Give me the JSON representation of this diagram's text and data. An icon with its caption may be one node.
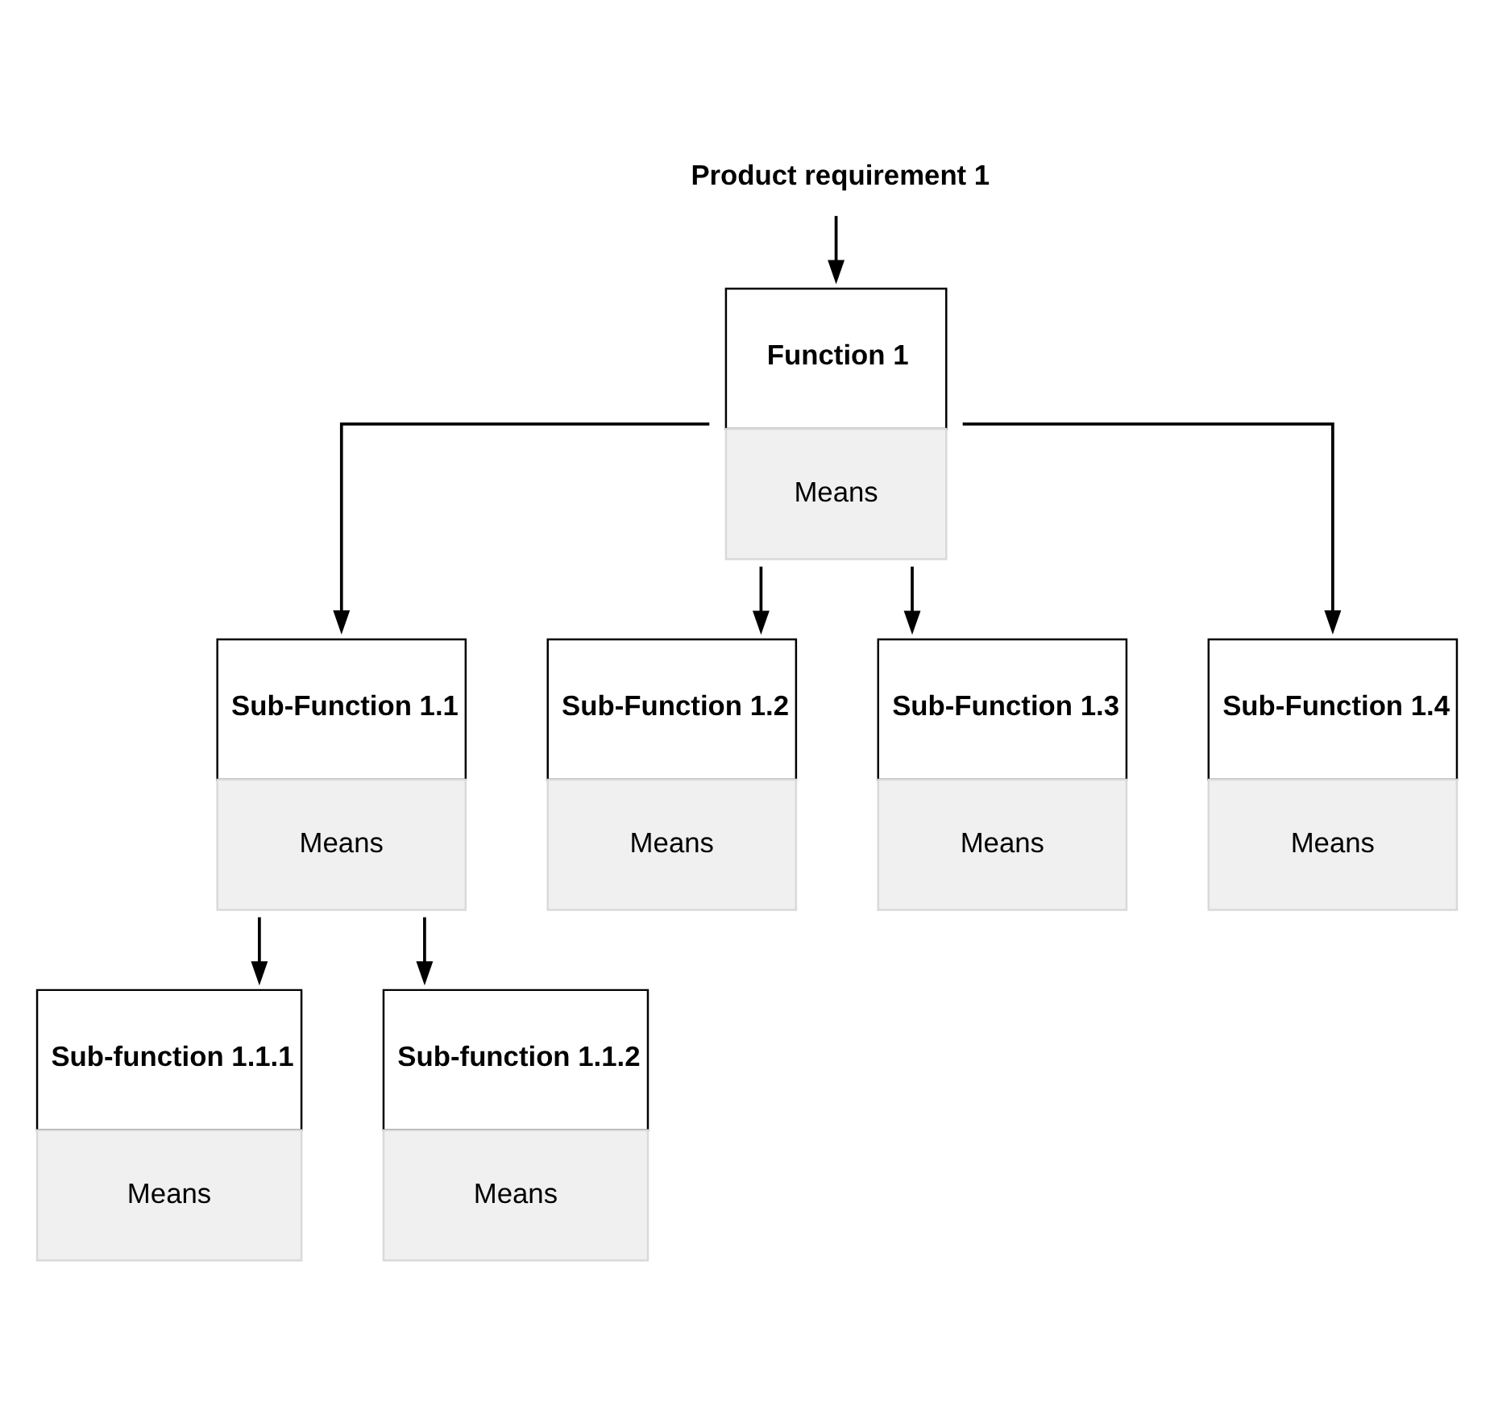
{
  "diagram": {
    "nodes": [
      {
        "text": [
          "Product requirement 1"
        ]
      },
      {
        "text": [
          "Function 1",
          "Means"
        ]
      },
      {
        "text": [
          "Sub-Function 1.1",
          "Means"
        ]
      },
      {
        "text": [
          "Sub-Function 1.2",
          "Means"
        ]
      },
      {
        "text": [
          "Sub-Function 1.3",
          "Means"
        ]
      },
      {
        "text": [
          "Sub-Function 1.4",
          "Means"
        ]
      },
      {
        "text": [
          "Sub-function 1.1.1",
          "Means"
        ]
      },
      {
        "text": [
          "Sub-function 1.1.2",
          "Means"
        ]
      }
    ],
    "edges": [
      {
        "from": 0,
        "to": 1,
        "arrow": "to"
      },
      {
        "from": 1,
        "to": 2,
        "arrow": "to"
      },
      {
        "from": 1,
        "to": 3,
        "arrow": "to"
      },
      {
        "from": 1,
        "to": 4,
        "arrow": "to"
      },
      {
        "from": 1,
        "to": 5,
        "arrow": "to"
      },
      {
        "from": 2,
        "to": 6,
        "arrow": "to"
      },
      {
        "from": 2,
        "to": 7,
        "arrow": "to"
      }
    ]
  }
}
